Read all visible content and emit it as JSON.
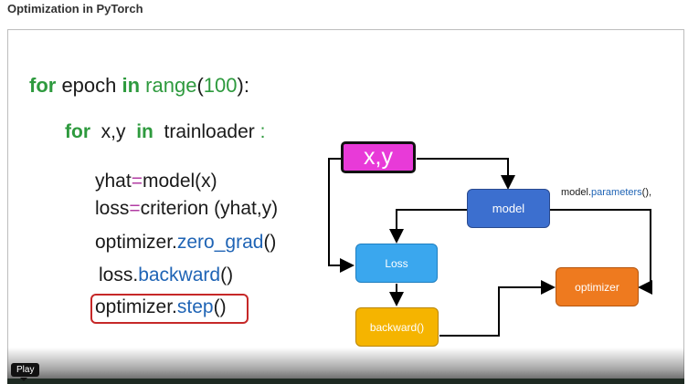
{
  "page": {
    "title": "Optimization in PyTorch"
  },
  "code": {
    "line1": {
      "kw_for": "for",
      "var": " epoch ",
      "kw_in": "in",
      "fn": " range",
      "open": "(",
      "num": "100",
      "close": "):"
    },
    "line2": {
      "kw_for": "for",
      "vars": "  x,y  ",
      "kw_in": "in",
      "loader": "  trainloader ",
      "colon": ":"
    },
    "line3": {
      "lhs": "yhat",
      "eq": "=",
      "rhs": "model(x)"
    },
    "line4": {
      "lhs": "loss",
      "eq": "=",
      "rhs": "criterion (yhat,y)"
    },
    "line5": {
      "obj": "optimizer.",
      "method": "zero_grad",
      "paren": "()"
    },
    "line6": {
      "obj": "loss.",
      "method": "backward",
      "paren": "()"
    },
    "line7": {
      "obj": "optimizer.",
      "method": "step",
      "paren": "()"
    }
  },
  "diagram": {
    "xy": {
      "label": "x,y",
      "color": "#e83ad8"
    },
    "model": {
      "label": "model",
      "color": "#3c6fcf"
    },
    "loss": {
      "label": "Loss",
      "color": "#3aa7ee"
    },
    "backward": {
      "label": "backward()",
      "color": "#f5b400"
    },
    "optimizer": {
      "label": "optimizer",
      "color": "#ee7a1f"
    },
    "params_label": {
      "obj": "model.",
      "method": "parameters",
      "paren": "(),"
    }
  },
  "controls": {
    "play_tooltip": "Play"
  }
}
